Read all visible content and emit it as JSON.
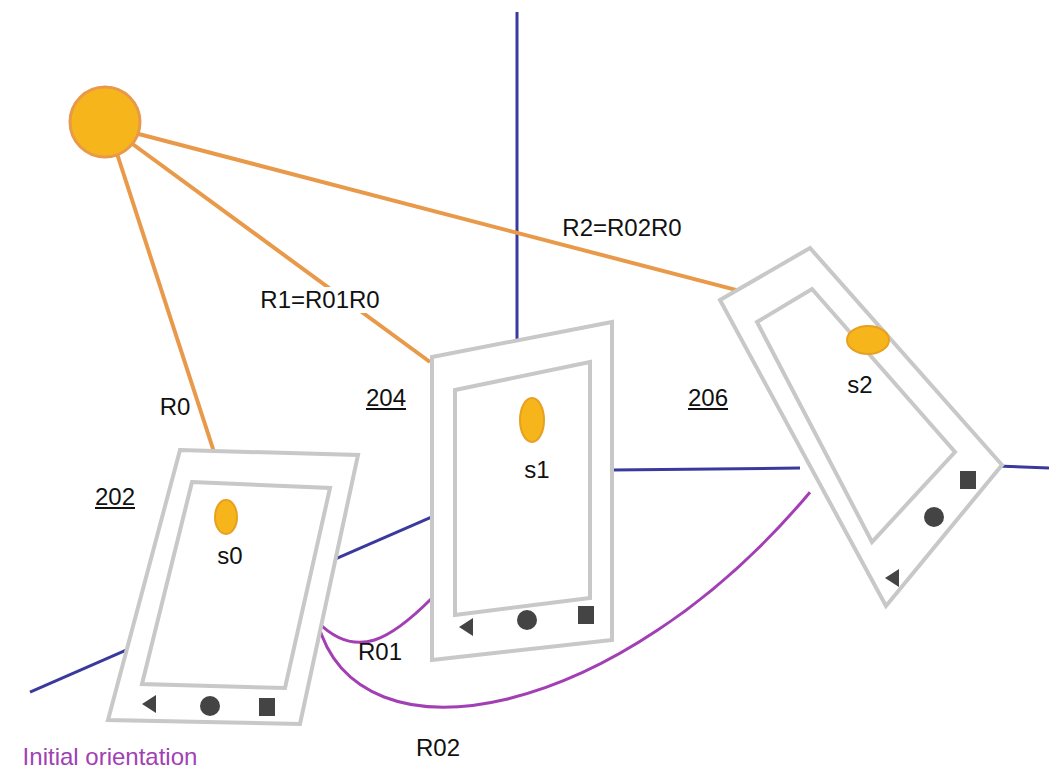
{
  "diagram": {
    "nodes": [
      {
        "text": [
          "202",
          "s0"
        ]
      },
      {
        "text": [
          "204",
          "s1"
        ]
      },
      {
        "text": [
          "206",
          "s2"
        ]
      }
    ],
    "edges": [
      {
        "from": 0,
        "to": 1,
        "label": "R01",
        "arrow": "none"
      },
      {
        "from": 0,
        "to": 2,
        "label": "R02",
        "arrow": "none"
      }
    ],
    "labels": [
      "R0",
      "R1=R01R0",
      "R2=R02R0",
      "Initial orientation"
    ]
  }
}
